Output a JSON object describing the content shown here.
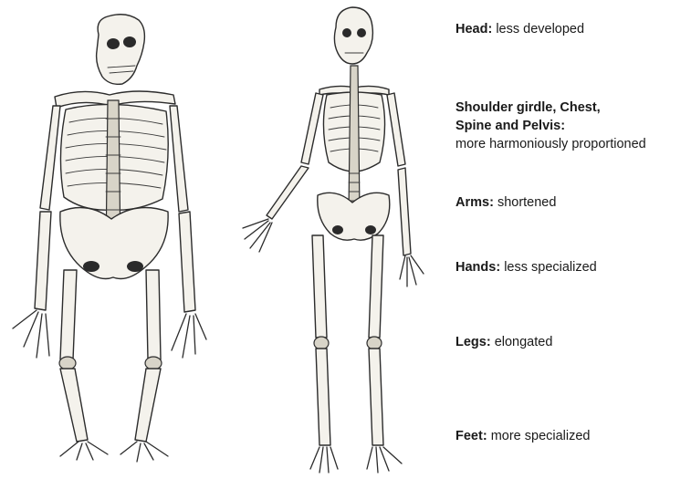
{
  "labels": {
    "head": {
      "term": "Head:",
      "desc": "less developed"
    },
    "shoulder": {
      "term_line1": "Shoulder girdle, Chest,",
      "term_line2": "Spine and Pelvis:",
      "desc": "more harmoniously proportioned"
    },
    "arms": {
      "term": "Arms:",
      "desc": "shortened"
    },
    "hands": {
      "term": "Hands:",
      "desc": "less specialized"
    },
    "legs": {
      "term": "Legs:",
      "desc": "elongated"
    },
    "feet": {
      "term": "Feet:",
      "desc": "more specialized"
    }
  }
}
